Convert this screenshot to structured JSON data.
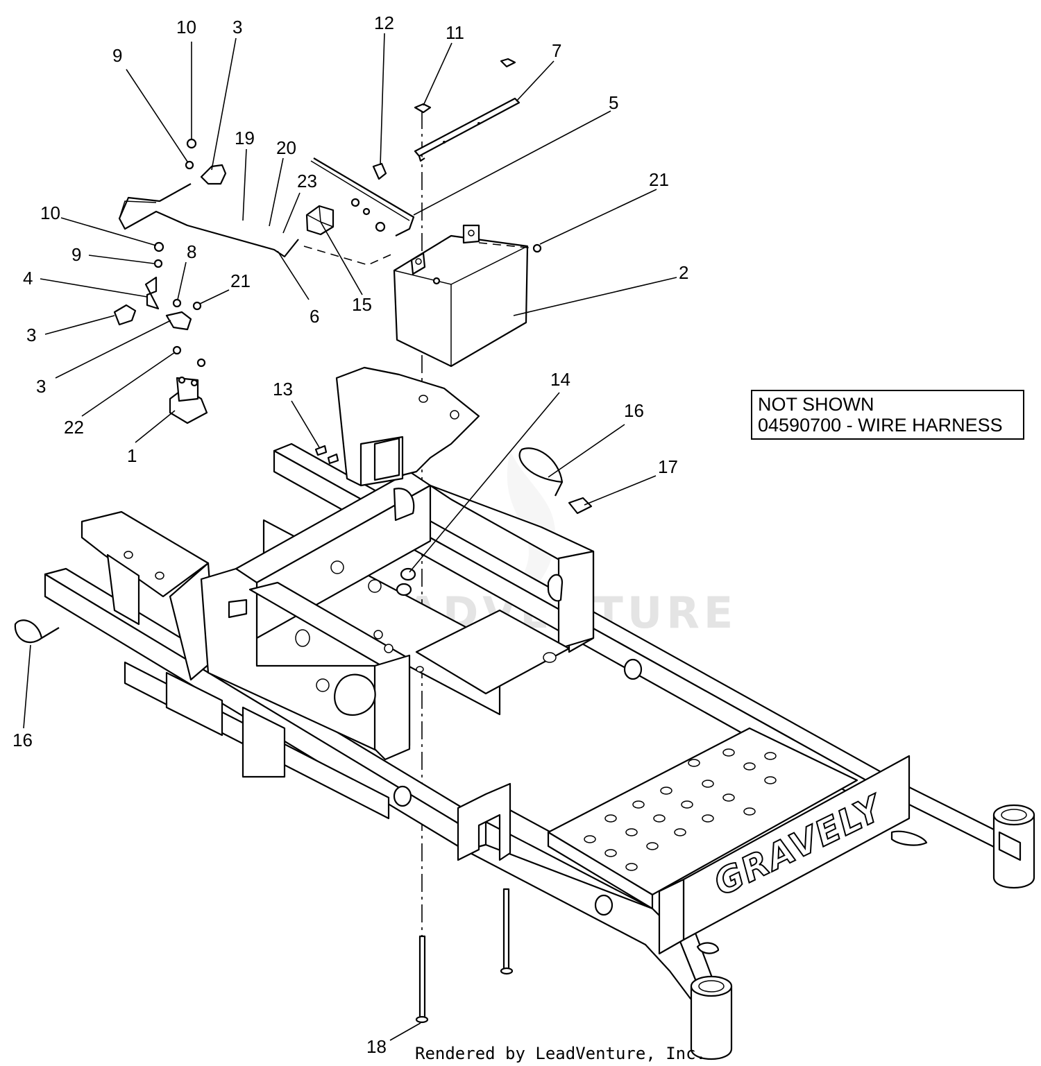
{
  "note": {
    "line1": "NOT SHOWN",
    "line2": "04590700 - WIRE HARNESS"
  },
  "brand_text": "GRAVELY",
  "watermark_text": "LEADVENTURE",
  "footer_text": "Rendered by LeadVenture, Inc.",
  "callouts": [
    "10",
    "3",
    "9",
    "19",
    "20",
    "23",
    "12",
    "11",
    "7",
    "5",
    "21",
    "10",
    "9",
    "8",
    "21",
    "4",
    "3",
    "3",
    "6",
    "15",
    "2",
    "22",
    "1",
    "13",
    "14",
    "16",
    "17",
    "16",
    "18"
  ]
}
